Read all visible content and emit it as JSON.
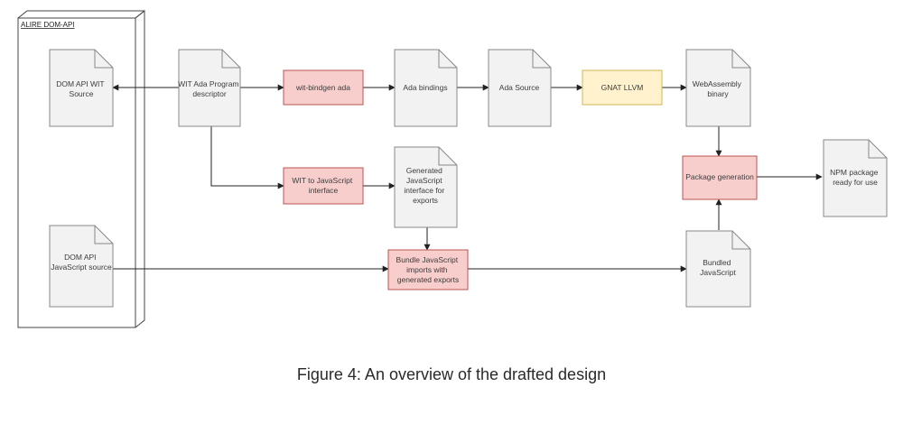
{
  "group": {
    "title": "ALIRE DOM-API"
  },
  "documents": {
    "dom_wit": [
      "DOM API WIT",
      "Source"
    ],
    "wit_ada": [
      "WIT Ada Program",
      "descriptor"
    ],
    "ada_bindings": [
      "Ada bindings"
    ],
    "ada_source": [
      "Ada Source"
    ],
    "wasm": [
      "WebAssembly",
      "binary"
    ],
    "gen_js": [
      "Generated",
      "JavaScript",
      "interface for",
      "exports"
    ],
    "npm": [
      "NPM package",
      "ready for use"
    ],
    "dom_js": [
      "DOM API",
      "JavaScript source"
    ],
    "bundled": [
      "Bundled",
      "JavaScript"
    ]
  },
  "processes": {
    "wit_bindgen": [
      "wit-bindgen ada"
    ],
    "gnat": [
      "GNAT LLVM"
    ],
    "wit_to_js": [
      "WIT to JavaScript",
      "interface"
    ],
    "package_gen": [
      "Package generation"
    ],
    "bundle": [
      "Bundle JavaScript",
      "imports with",
      "generated exports"
    ]
  },
  "colors": {
    "document_fill": "#f2f2f2",
    "document_stroke": "#888888",
    "process_red": "#f8cecc",
    "process_red_stroke": "#b85450",
    "process_yellow": "#fff2cc",
    "process_yellow_stroke": "#d6b656",
    "edge": "#222222"
  },
  "caption": "Figure 4: An overview of the drafted design"
}
